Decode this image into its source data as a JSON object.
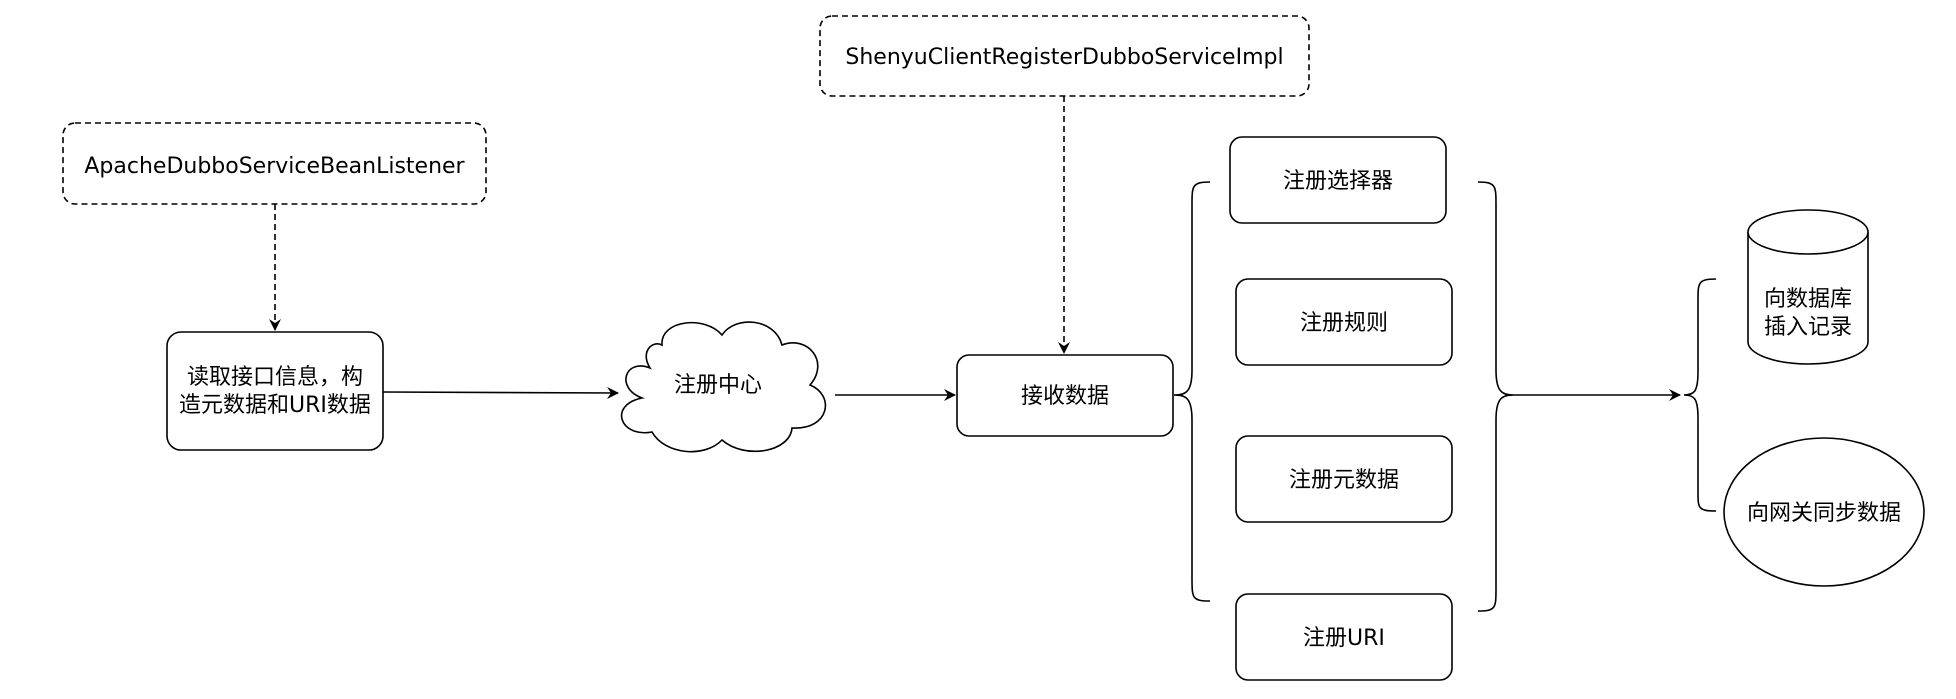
{
  "nodes": {
    "listener": "ApacheDubboServiceBeanListener",
    "read_line1": "读取接口信息，构",
    "read_line2": "造元数据和URI数据",
    "center": "注册中心",
    "service_impl": "ShenyuClientRegisterDubboServiceImpl",
    "receive": "接收数据",
    "selector": "注册选择器",
    "rule": "注册规则",
    "metadata": "注册元数据",
    "uri": "注册URI",
    "db_line1": "向数据库",
    "db_line2": "插入记录",
    "gateway": "向网关同步数据"
  }
}
